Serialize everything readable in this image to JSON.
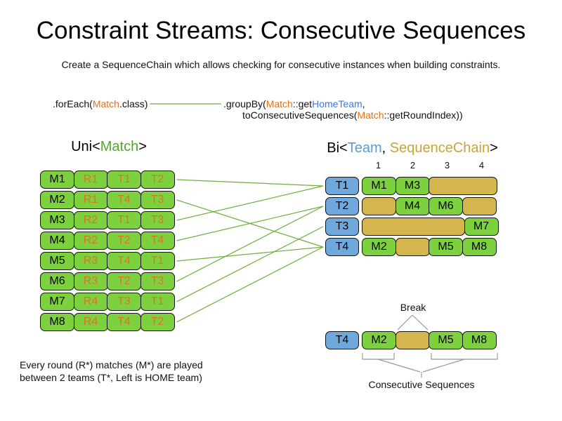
{
  "colors": {
    "green": "#7ed13e",
    "green_dark": "#55a630",
    "orange": "#e0731e",
    "blue": "#6fa8dc",
    "blue_label": "#5b9bd5",
    "blue_text": "#3c78d8",
    "tan": "#d4b54e",
    "tan_text": "#c9a43a",
    "connector": "#6fae3e",
    "bracket": "#999999"
  },
  "title": "Constraint Streams: Consecutive Sequences",
  "subtitle": "Create a SequenceChain which allows checking for consecutive instances when building constraints.",
  "code": {
    "foreach": {
      "p1": ".forEach(",
      "match": "Match",
      "p2": ".class)"
    },
    "groupby": {
      "p1": ".groupBy(",
      "match": "Match",
      "p2": "::get",
      "home_team": "HomeTeam",
      "p3": ",",
      "p4": "toConsecutiveSequences(",
      "match2": "Match",
      "p5": "::getRoundIndex))"
    }
  },
  "uni": {
    "label": {
      "p1": "Uni<",
      "type": "Match",
      "p2": ">"
    },
    "rows": [
      {
        "m": "M1",
        "r": "R1",
        "t1": "T1",
        "t2": "T2"
      },
      {
        "m": "M2",
        "r": "R1",
        "t1": "T4",
        "t2": "T3"
      },
      {
        "m": "M3",
        "r": "R2",
        "t1": "T1",
        "t2": "T3"
      },
      {
        "m": "M4",
        "r": "R2",
        "t1": "T2",
        "t2": "T4"
      },
      {
        "m": "M5",
        "r": "R3",
        "t1": "T4",
        "t2": "T1"
      },
      {
        "m": "M6",
        "r": "R3",
        "t1": "T2",
        "t2": "T3"
      },
      {
        "m": "M7",
        "r": "R4",
        "t1": "T3",
        "t2": "T1"
      },
      {
        "m": "M8",
        "r": "R4",
        "t1": "T4",
        "t2": "T2"
      }
    ]
  },
  "bi": {
    "label": {
      "p1": "Bi<",
      "team": "Team",
      "comma": ", ",
      "chain": "SequenceChain",
      "p2": ">"
    },
    "column_headers": [
      "1",
      "2",
      "3",
      "4"
    ],
    "rows": [
      {
        "team": "T1",
        "segments": [
          {
            "kind": "match",
            "label": "M1"
          },
          {
            "kind": "match",
            "label": "M3"
          },
          {
            "kind": "gap",
            "span": 2
          }
        ]
      },
      {
        "team": "T2",
        "segments": [
          {
            "kind": "gap",
            "span": 1
          },
          {
            "kind": "match",
            "label": "M4"
          },
          {
            "kind": "match",
            "label": "M6"
          },
          {
            "kind": "gap",
            "span": 1
          }
        ]
      },
      {
        "team": "T3",
        "segments": [
          {
            "kind": "gap",
            "span": 3
          },
          {
            "kind": "match",
            "label": "M7"
          }
        ]
      },
      {
        "team": "T4",
        "segments": [
          {
            "kind": "match",
            "label": "M2"
          },
          {
            "kind": "gap",
            "span": 1
          },
          {
            "kind": "match",
            "label": "M5"
          },
          {
            "kind": "match",
            "label": "M8"
          }
        ]
      }
    ]
  },
  "detail": {
    "team": "T4",
    "segments": [
      {
        "kind": "match",
        "label": "M2"
      },
      {
        "kind": "gap"
      },
      {
        "kind": "match",
        "label": "M5"
      },
      {
        "kind": "match",
        "label": "M8"
      }
    ],
    "break_label": "Break",
    "sequences_label": "Consecutive Sequences"
  },
  "footnote": {
    "line1": "Every round (R*) matches (M*) are played",
    "line2": "between 2 teams (T*, Left is HOME team)"
  },
  "connections": [
    {
      "from": "uni-row-0",
      "to": "bi-team-0"
    },
    {
      "from": "uni-row-1",
      "to": "bi-team-3"
    },
    {
      "from": "uni-row-2",
      "to": "bi-team-0"
    },
    {
      "from": "uni-row-3",
      "to": "bi-team-1"
    },
    {
      "from": "uni-row-4",
      "to": "bi-team-3"
    },
    {
      "from": "uni-row-5",
      "to": "bi-team-1"
    },
    {
      "from": "uni-row-6",
      "to": "bi-team-2"
    },
    {
      "from": "uni-row-7",
      "to": "bi-team-3"
    }
  ],
  "code_link": {
    "from": "foreach-code",
    "to": "groupby-line1"
  }
}
